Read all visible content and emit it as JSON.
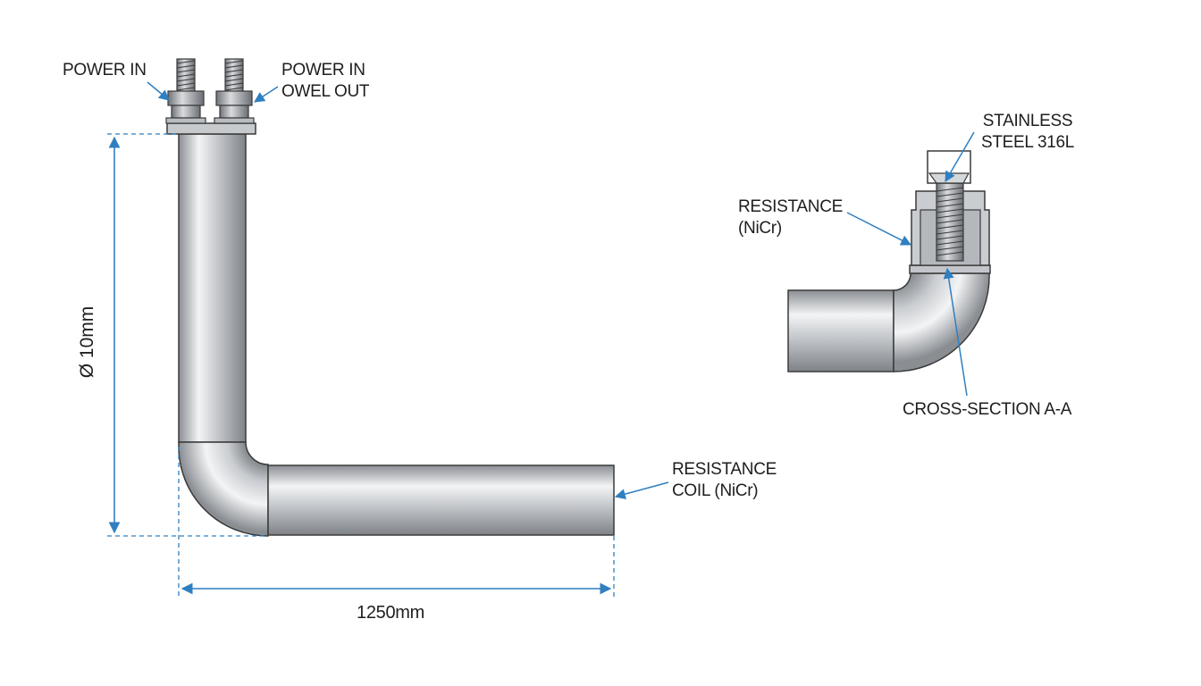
{
  "labels": {
    "power_in_left": "POWER IN",
    "power_in_right_line1": "POWER IN",
    "power_in_right_line2": "OWEL OUT",
    "stainless_line1": "STAINLESS",
    "stainless_line2": "STEEL 316L",
    "resistance_line1": "RESISTANCE",
    "resistance_line2": "(NiCr)",
    "cross_section": "CROSS-SECTION A-A",
    "coil_line1": "RESISTANCE",
    "coil_line2": "COIL (NiCr)"
  },
  "dimensions": {
    "diameter": "Ø 10mm",
    "length": "1250mm"
  },
  "colors": {
    "dimension_line": "#2f7fc1",
    "outline": "#3a3a3a",
    "metal_dark": "#8e9297",
    "metal_light": "#f4f5f6"
  }
}
